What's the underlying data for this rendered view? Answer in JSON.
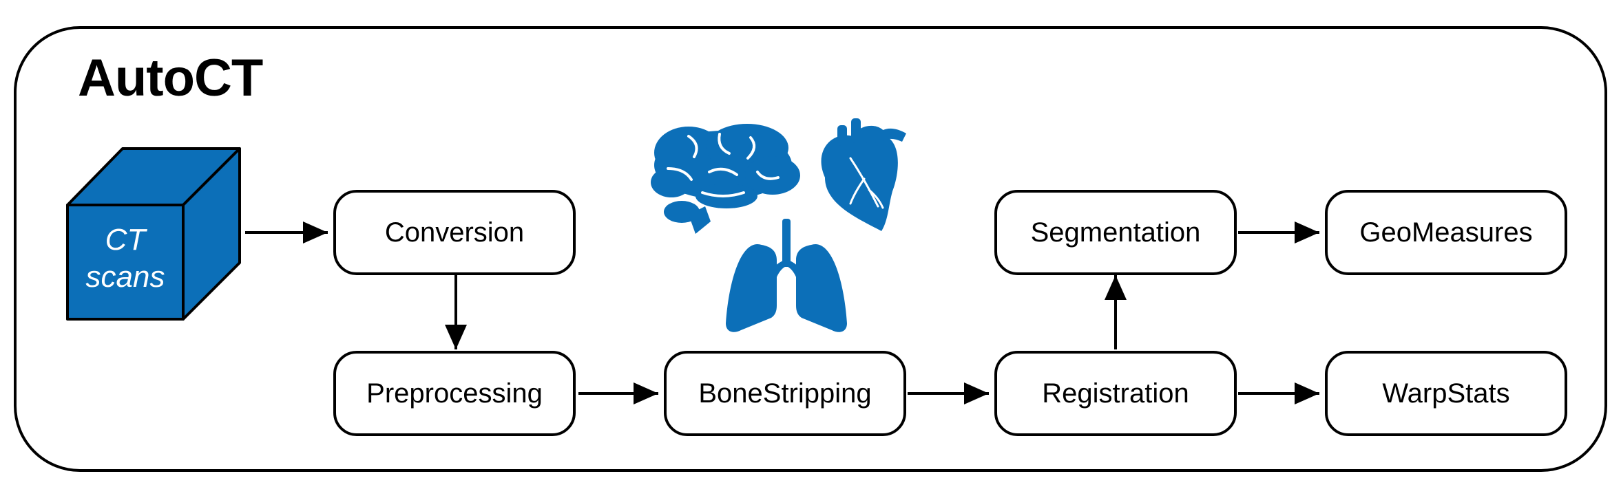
{
  "diagram": {
    "title": "AutoCT",
    "input": {
      "line1": "CT",
      "line2": "scans",
      "color": "#0c6fb8"
    },
    "nodes": {
      "conversion": "Conversion",
      "preprocessing": "Preprocessing",
      "bonestripping": "BoneStripping",
      "registration": "Registration",
      "segmentation": "Segmentation",
      "geomeasures": "GeoMeasures",
      "warpstats": "WarpStats"
    },
    "icons": [
      "brain-icon",
      "heart-icon",
      "lungs-icon"
    ],
    "icon_color": "#0c6fb8"
  }
}
